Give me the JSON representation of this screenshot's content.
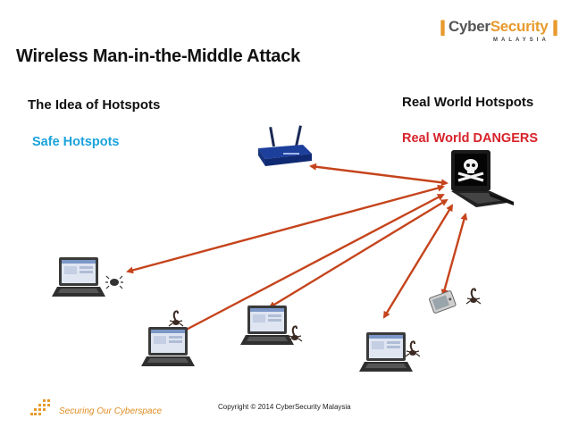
{
  "title": "Wireless Man-in-the-Middle Attack",
  "left_heading": "The Idea of Hotspots",
  "left_subheading": "Safe Hotspots",
  "right_heading": "Real World Hotspots",
  "right_subheading": "Real World DANGERS",
  "logo": {
    "part1": "Cyber",
    "part2": "Security",
    "country": "MALAYSIA"
  },
  "footer": {
    "tagline": "Securing Our Cyberspace",
    "copyright": "Copyright © 2014 CyberSecurity Malaysia"
  },
  "colors": {
    "arrow": "#c5441c",
    "safe": "#1aa3dd",
    "danger": "#d8222a",
    "brand_orange": "#e79a2c"
  },
  "icons": [
    "router-icon",
    "attacker-laptop-icon",
    "laptop-icon",
    "scorpion-icon",
    "bug-icon",
    "pda-icon",
    "skull-icon"
  ]
}
